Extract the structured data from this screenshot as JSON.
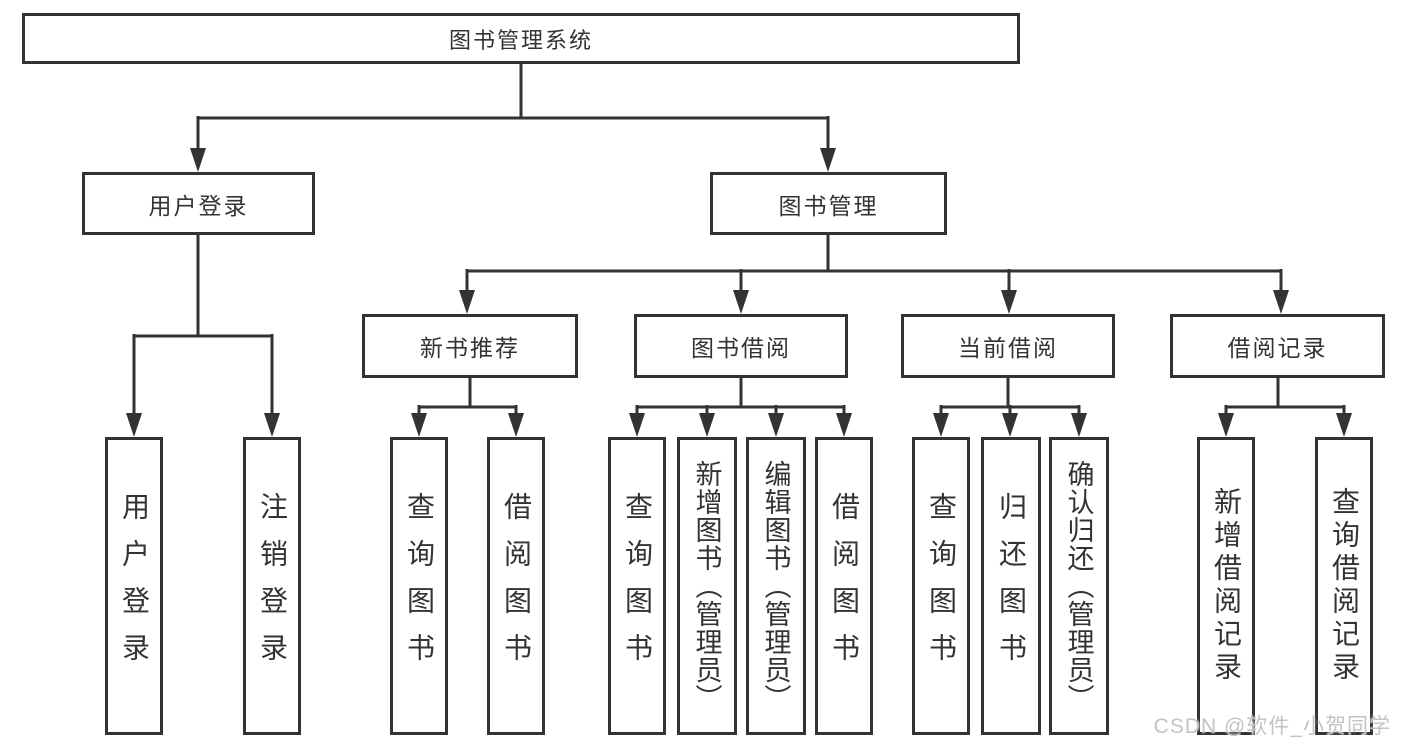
{
  "diagram": {
    "root": "图书管理系统",
    "children": [
      {
        "label": "用户登录",
        "children": [
          "用户登录",
          "注销登录"
        ]
      },
      {
        "label": "图书管理",
        "children": [
          {
            "label": "新书推荐",
            "children": [
              "查询图书",
              "借阅图书"
            ]
          },
          {
            "label": "图书借阅",
            "children": [
              "查询图书",
              "新增图书（管理员）",
              "编辑图书（管理员）",
              "借阅图书"
            ]
          },
          {
            "label": "当前借阅",
            "children": [
              "查询图书",
              "归还图书",
              "确认归还（管理员）"
            ]
          },
          {
            "label": "借阅记录",
            "children": [
              "新增借阅记录",
              "查询借阅记录"
            ]
          }
        ]
      }
    ]
  },
  "watermark": "CSDN @软件_小贺同学",
  "colors": {
    "line": "#333333",
    "text": "#333333",
    "background": "#ffffff",
    "watermark": "#c0c0c0"
  }
}
